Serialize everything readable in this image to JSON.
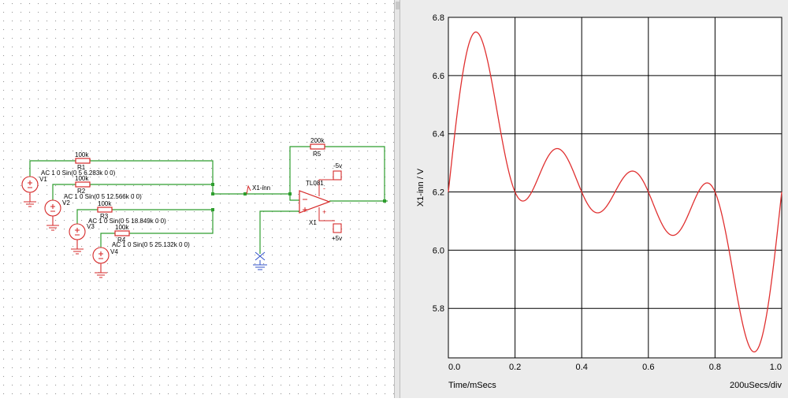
{
  "colors": {
    "wire": "#2e9e2e",
    "component": "#d62a2a",
    "trace": "#e03030",
    "grid": "#000000",
    "plot_bg": "#ffffff",
    "panel_bg": "#ececec",
    "probe": "#3050c8"
  },
  "schematic": {
    "resistors": [
      {
        "name": "R1",
        "value": "100k"
      },
      {
        "name": "R2",
        "value": "100k"
      },
      {
        "name": "R3",
        "value": "100k"
      },
      {
        "name": "R4",
        "value": "100k"
      },
      {
        "name": "R5",
        "value": "200k"
      }
    ],
    "sources": [
      {
        "name": "V1",
        "spec": "AC 1 0 Sin(0 5 6.283k 0 0)"
      },
      {
        "name": "V2",
        "spec": "AC 1 0 Sin(0 5 12.566k 0 0)"
      },
      {
        "name": "V3",
        "spec": "AC 1 0 Sin(0 5 18.849k 0 0)"
      },
      {
        "name": "V4",
        "spec": "AC 1 0 Sin(0 5 25.132k 0 0)"
      }
    ],
    "opamp": {
      "model": "TL081",
      "name": "X1",
      "neg_supply": "-5v",
      "pos_supply": "+5v"
    },
    "probe_label": "X1-inn"
  },
  "graph": {
    "ylabel": "X1-inn / V",
    "xlabel": "Time/mSecs",
    "scale_note": "200uSecs/div"
  },
  "chart_data": {
    "type": "line",
    "xlabel": "Time/mSecs",
    "ylabel": "X1-inn / V",
    "xlim": [
      0.0,
      1.0
    ],
    "ylim": [
      5.63,
      6.8
    ],
    "xticks": [
      "0.0",
      "0.2",
      "0.4",
      "0.6",
      "0.8",
      "1.0"
    ],
    "yticks": [
      "5.8",
      "6.0",
      "6.2",
      "6.4",
      "6.6",
      "6.8"
    ],
    "series": [
      {
        "offset": 6.2,
        "amplitude": 0.5,
        "amplitude_units": "V",
        "frequency_hz": [
          1000,
          2000,
          3000,
          4000
        ],
        "phase_rad": [
          0,
          0,
          0,
          0
        ]
      }
    ],
    "grid": true
  }
}
